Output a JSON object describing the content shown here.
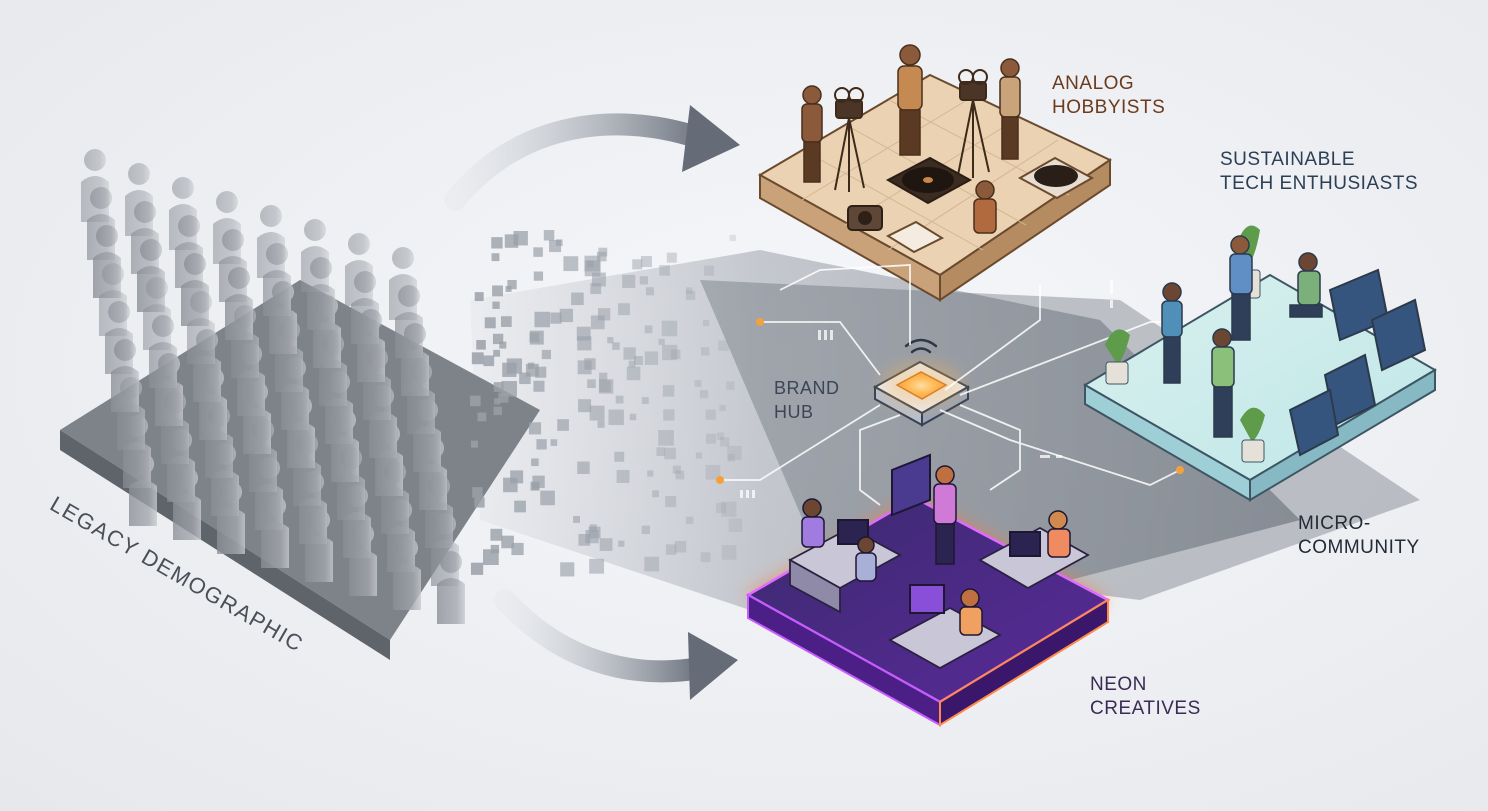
{
  "labels": {
    "legacy": "LEGACY DEMOGRAPHIC",
    "analog": "ANALOG\nHOBBYISTS",
    "sustainable": "SUSTAINABLE\nTECH ENTHUSIASTS",
    "micro": "MICRO-\nCOMMUNITY",
    "neon": "NEON\nCREATIVES",
    "hub": "BRAND\nHUB"
  },
  "colors": {
    "background": "#eceef2",
    "legacy_gray": "#8e9299",
    "analog_platform": "#e9cfae",
    "sustainable_platform": "#c9ecea",
    "neon_platform": "#6a2fb0",
    "neon_glow": "#ff7a3c",
    "hub_core": "#ffb347",
    "connector": "#ffffff",
    "arrow": "#6f7782"
  }
}
